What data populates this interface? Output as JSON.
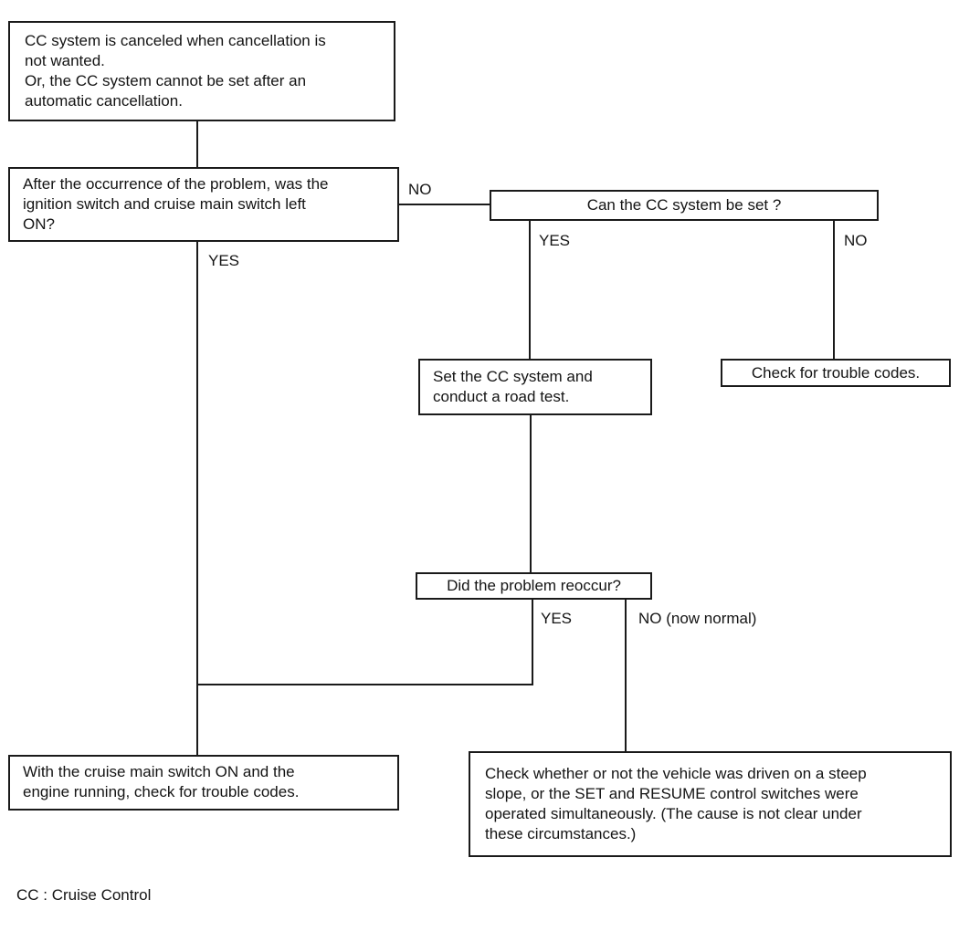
{
  "diagram": {
    "nodes": {
      "problem": {
        "text": "CC system is canceled when cancellation is\nnot wanted.\nOr, the CC system cannot be set after an\nautomatic cancellation."
      },
      "q_ignition": {
        "text": "After the occurrence of the problem, was the\nignition switch and cruise main switch left\nON?"
      },
      "q_can_set": {
        "text": "Can the CC system be set ?"
      },
      "set_road_test": {
        "text": "Set the CC system and\nconduct a road test."
      },
      "check_trouble_codes": {
        "text": "Check for trouble codes."
      },
      "q_reoccur": {
        "text": "Did the problem reoccur?"
      },
      "check_codes_engine_running": {
        "text": "With the cruise main switch ON and the\nengine running, check for trouble codes."
      },
      "check_steep_slope": {
        "text": "Check whether or not the vehicle was driven on a steep\nslope, or the SET and RESUME control switches were\noperated simultaneously. (The cause is not clear under\nthese circumstances.)"
      }
    },
    "labels": {
      "ignition_no": "NO",
      "ignition_yes": "YES",
      "can_set_yes": "YES",
      "can_set_no": "NO",
      "reoccur_yes": "YES",
      "reoccur_no": "NO (now normal)"
    },
    "footer": "CC : Cruise Control",
    "line_color": "#1a1a1a"
  }
}
